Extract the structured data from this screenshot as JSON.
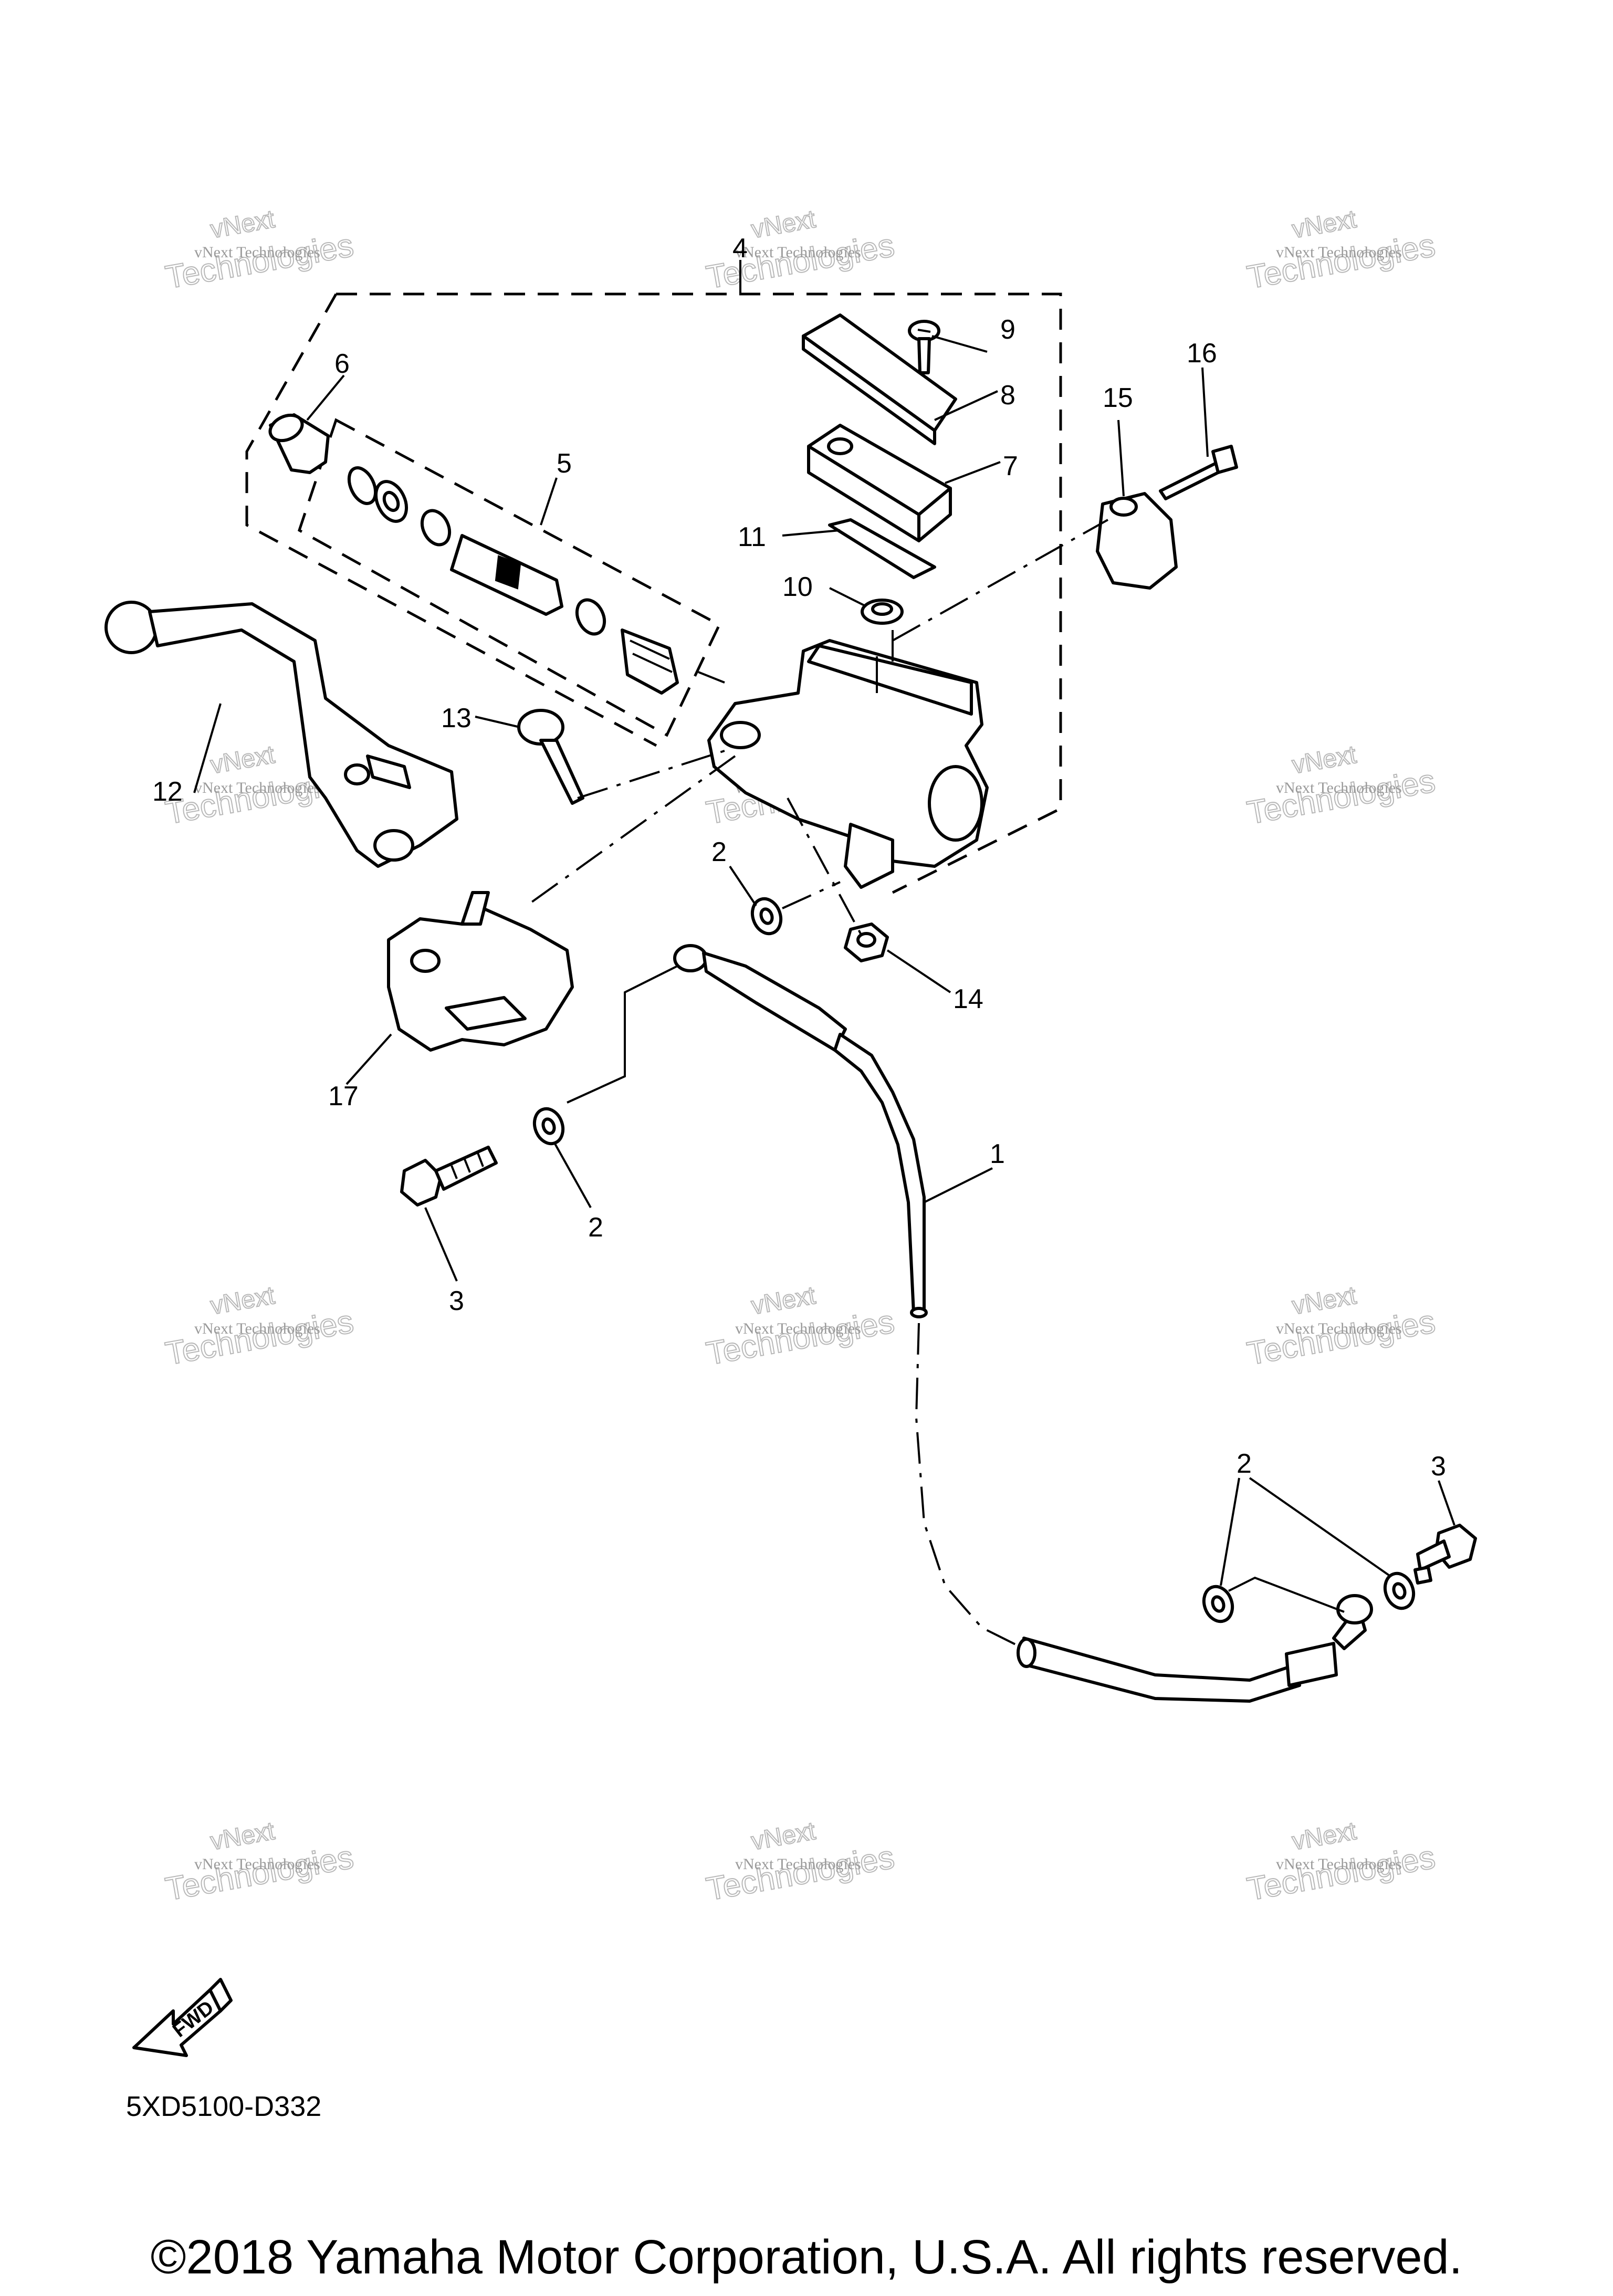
{
  "callouts": {
    "c1": "1",
    "c2a": "2",
    "c2b": "2",
    "c2c": "2",
    "c3a": "3",
    "c3b": "3",
    "c4": "4",
    "c5": "5",
    "c6": "6",
    "c7": "7",
    "c8": "8",
    "c9": "9",
    "c10": "10",
    "c11": "11",
    "c12": "12",
    "c13": "13",
    "c14": "14",
    "c15": "15",
    "c16": "16",
    "c17": "17"
  },
  "watermark": {
    "line1": "vNext Technologies",
    "line2": "vNext",
    "line3": "Technologies"
  },
  "fwd_label": "FWD",
  "diagram_code": "5XD5100-D332",
  "copyright": "©2018 Yamaha Motor Corporation, U.S.A. All rights reserved."
}
